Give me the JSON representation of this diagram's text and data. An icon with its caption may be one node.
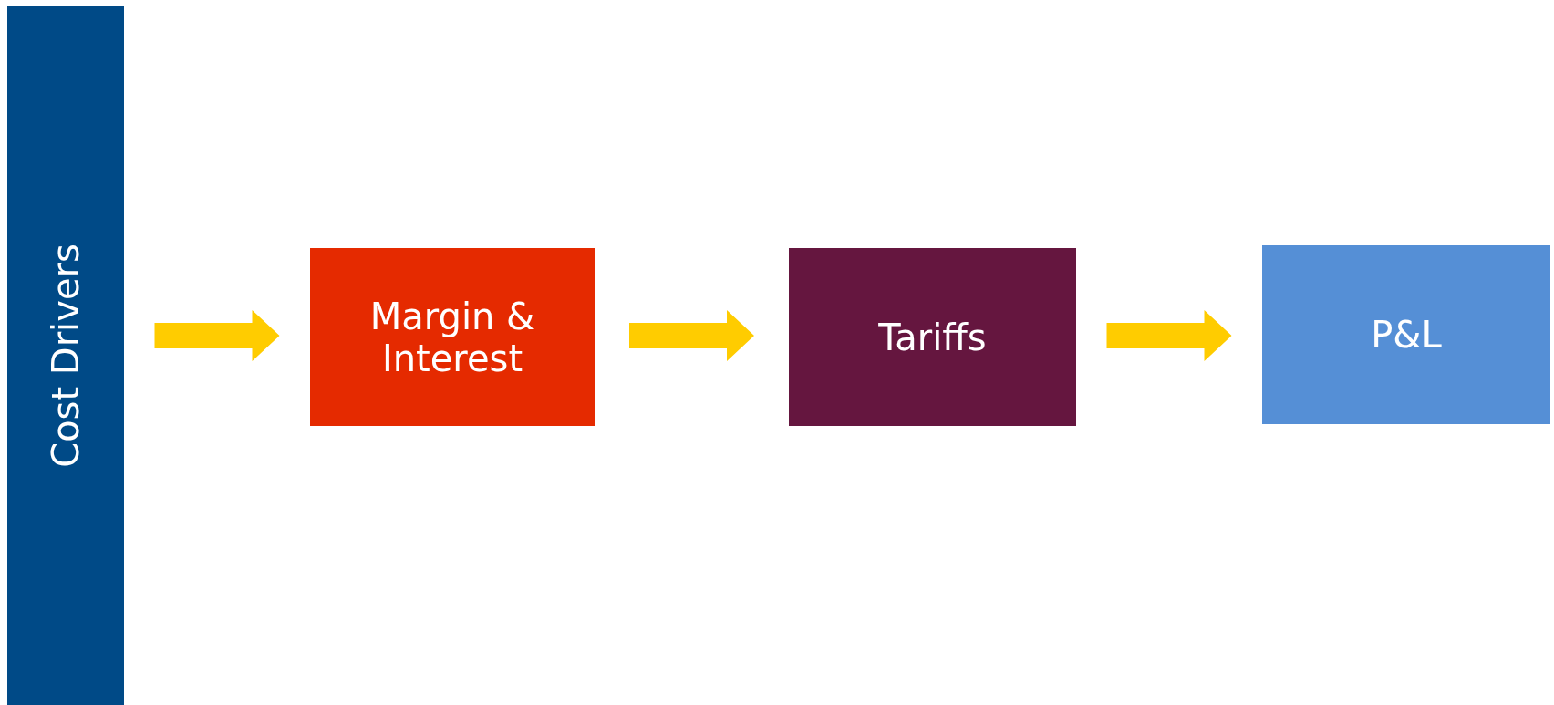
{
  "diagram": {
    "nodes": [
      {
        "text": [
          "Cost Drivers"
        ]
      },
      {
        "text": [
          "Margin & Interest"
        ]
      },
      {
        "text": [
          "Tariffs"
        ]
      },
      {
        "text": [
          "P&L"
        ]
      }
    ],
    "edges": [
      {
        "from": 0,
        "to": 1,
        "arrow": "to",
        "color": "#ffcc00"
      },
      {
        "from": 1,
        "to": 2,
        "arrow": "to",
        "color": "#ffcc00"
      },
      {
        "from": 2,
        "to": 3,
        "arrow": "to",
        "color": "#ffcc00"
      }
    ]
  }
}
